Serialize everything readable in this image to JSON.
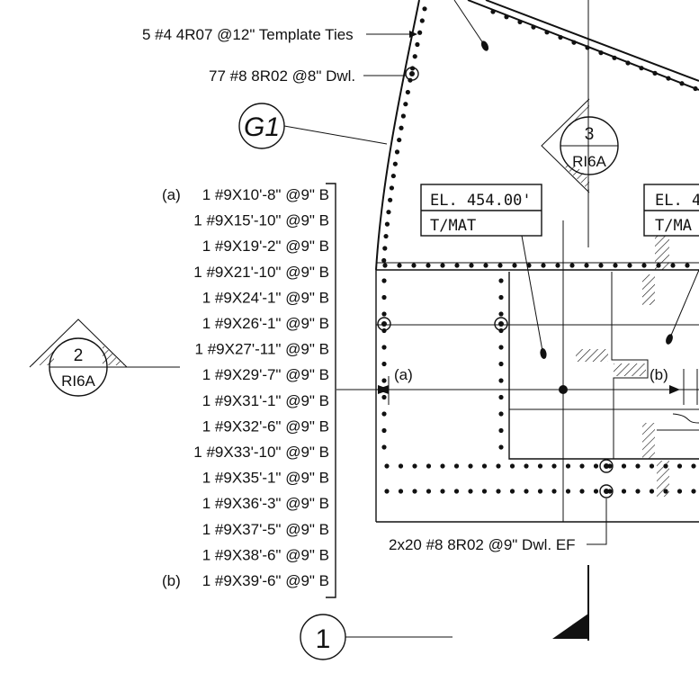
{
  "callouts": {
    "template_ties": "5 #4 4R07 @12\" Template Ties",
    "dowels_top": "77 #8 8R02 @8\" Dwl.",
    "dowels_bottom": "2x20 #8 8R02 @9\" Dwl. EF"
  },
  "grid_bubbles": {
    "g1": "G1",
    "one": "1"
  },
  "section_markers": [
    {
      "number": "3",
      "sheet": "RI6A"
    },
    {
      "number": "2",
      "sheet": "RI6A"
    }
  ],
  "elevation_tags": [
    {
      "elevation": "EL. 454.00'",
      "note": "T/MAT"
    },
    {
      "elevation": "EL. 4",
      "note": "T/MA"
    }
  ],
  "bar_schedule": [
    {
      "prefix": "(a)",
      "text": "1 #9X10'-8\" @9\" B"
    },
    {
      "prefix": "",
      "text": "1 #9X15'-10\" @9\" B"
    },
    {
      "prefix": "",
      "text": "1 #9X19'-2\" @9\" B"
    },
    {
      "prefix": "",
      "text": "1 #9X21'-10\" @9\" B"
    },
    {
      "prefix": "",
      "text": "1 #9X24'-1\" @9\" B"
    },
    {
      "prefix": "",
      "text": "1 #9X26'-1\" @9\" B"
    },
    {
      "prefix": "",
      "text": "1 #9X27'-11\" @9\" B"
    },
    {
      "prefix": "",
      "text": "1 #9X29'-7\" @9\" B"
    },
    {
      "prefix": "",
      "text": "1 #9X31'-1\" @9\" B"
    },
    {
      "prefix": "",
      "text": "1 #9X32'-6\" @9\" B"
    },
    {
      "prefix": "",
      "text": "1 #9X33'-10\" @9\" B"
    },
    {
      "prefix": "",
      "text": "1 #9X35'-1\" @9\" B"
    },
    {
      "prefix": "",
      "text": "1 #9X36'-3\" @9\" B"
    },
    {
      "prefix": "",
      "text": "1 #9X37'-5\" @9\" B"
    },
    {
      "prefix": "",
      "text": "1 #9X38'-6\" @9\" B"
    },
    {
      "prefix": "(b)",
      "text": "1 #9X39'-6\" @9\" B"
    }
  ],
  "span_labels": {
    "a": "(a)",
    "b": "(b)"
  }
}
